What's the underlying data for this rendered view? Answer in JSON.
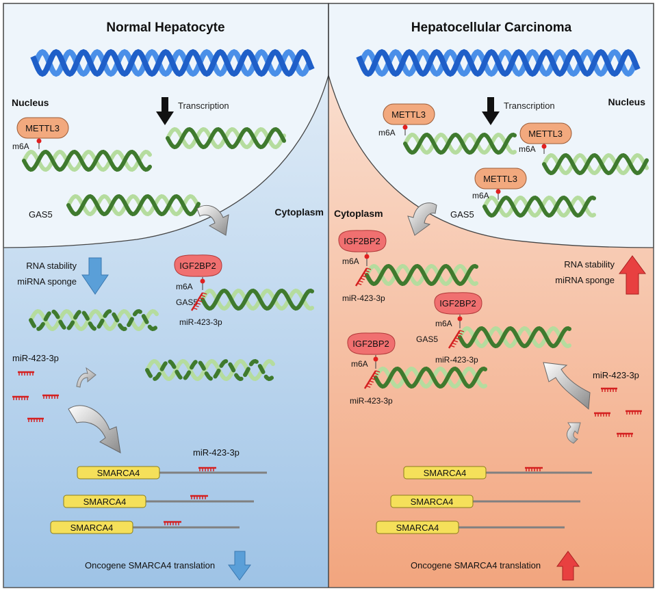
{
  "left_panel": {
    "title": "Normal Hepatocyte",
    "nucleus_label": "Nucleus",
    "cytoplasm_label": "Cytoplasm",
    "transcription_label": "Transcription",
    "writer_label": "METTL3",
    "mark_label": "m6A",
    "lncrna_label": "GAS5",
    "reader_label": "IGF2BP2",
    "mirna_label": "miR-423-3p",
    "effect_line1": "RNA stability",
    "effect_line2": "miRNA sponge",
    "target_label": "SMARCA4",
    "outcome_label": "Oncogene SMARCA4 translation",
    "trend": "down"
  },
  "right_panel": {
    "title": "Hepatocellular Carcinoma",
    "nucleus_label": "Nucleus",
    "cytoplasm_label": "Cytoplasm",
    "transcription_label": "Transcription",
    "writer_label": "METTL3",
    "mark_label": "m6A",
    "lncrna_label": "GAS5",
    "reader_label": "IGF2BP2",
    "mirna_label": "miR-423-3p",
    "effect_line1": "RNA stability",
    "effect_line2": "miRNA sponge",
    "target_label": "SMARCA4",
    "outcome_label": "Oncogene SMARCA4 translation",
    "trend": "up"
  },
  "colors": {
    "dna_dark": "#1f5fc8",
    "dna_light": "#4a8fe8",
    "rna_dark": "#3f7a2e",
    "rna_light": "#b5dc9e",
    "mettl3_fill": "#f2a97e",
    "igf2bp2_fill": "#f07070",
    "mirna": "#d42020",
    "smarca4_fill": "#f5e05a",
    "arrow_down": "#5a9fd8",
    "arrow_up": "#e84040",
    "nucleus_fill": "#eef5fb",
    "left_cytoplasm": "#c5dcef",
    "right_cytoplasm": "#f2b08f"
  }
}
